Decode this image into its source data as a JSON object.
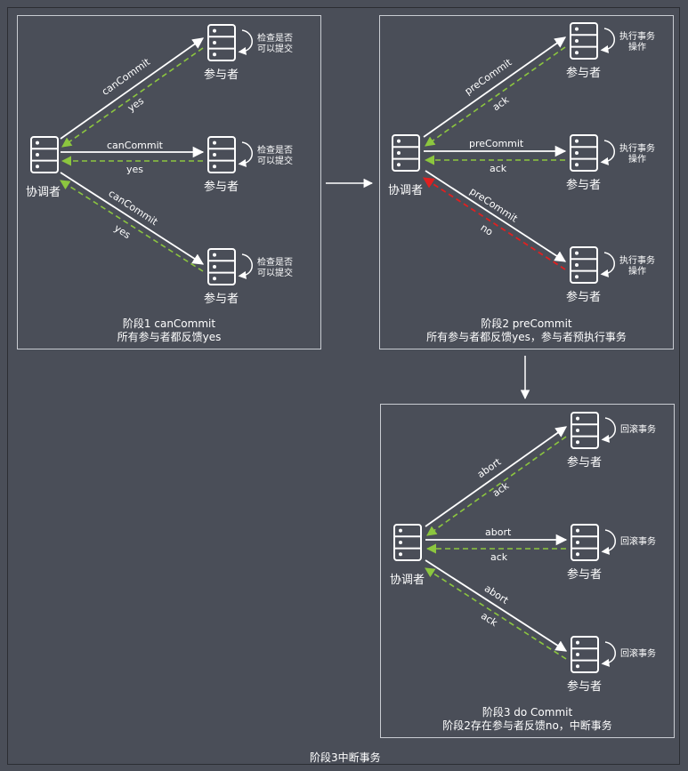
{
  "footer": "阶段3中断事务",
  "colors": {
    "background": "#4a4e58",
    "request": "#ffffff",
    "yes_reply": "#8cc63f",
    "no_reply": "#e02020"
  },
  "panel1": {
    "coordinator": "协调者",
    "participants": [
      "参与者",
      "参与者",
      "参与者"
    ],
    "note_line1": "检查是否",
    "note_line2": "可以提交",
    "requests": [
      "canCommit",
      "canCommit",
      "canCommit"
    ],
    "replies": [
      "yes",
      "yes",
      "yes"
    ],
    "caption_line1": "阶段1 canCommit",
    "caption_line2": "所有参与者都反馈yes"
  },
  "panel2": {
    "coordinator": "协调者",
    "participants": [
      "参与者",
      "参与者",
      "参与者"
    ],
    "note_line1": "执行事务",
    "note_line2": "操作",
    "requests": [
      "preCommit",
      "preCommit",
      "preCommit"
    ],
    "replies": [
      "ack",
      "ack",
      "no"
    ],
    "caption_line1": "阶段2 preCommit",
    "caption_line2": "所有参与者都反馈yes，参与者预执行事务"
  },
  "panel3": {
    "coordinator": "协调者",
    "participants": [
      "参与者",
      "参与者",
      "参与者"
    ],
    "note_line1": "回滚事务",
    "requests": [
      "abort",
      "abort",
      "abort"
    ],
    "replies": [
      "ack",
      "ack",
      "ack"
    ],
    "caption_line1": "阶段3 do Commit",
    "caption_line2": "阶段2存在参与者反馈no，中断事务"
  }
}
